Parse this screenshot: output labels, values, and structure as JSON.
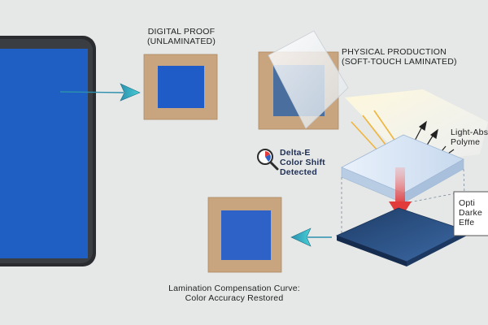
{
  "labels": {
    "digital_proof": [
      "DIGITAL PROOF",
      "(UNLAMINATED)"
    ],
    "physical_production": [
      "PHYSICAL PRODUCTION",
      "(SOFT-TOUCH LAMINATED)"
    ],
    "delta_e": [
      "Delta-E",
      "Color Shift",
      "Detected"
    ],
    "polymer": [
      "Light-Abs",
      "Polyme"
    ],
    "optical": [
      "Opti",
      "Darke",
      "Effe"
    ],
    "curve": [
      "Lamination Compensation Curve:",
      "Color Accuracy Restored"
    ]
  },
  "colors": {
    "background": "#e6e8e7",
    "kraft": "#c9a57f",
    "screen_blue": "#1f5fc4",
    "proof_blue": "#1f5cc8",
    "laminated_blue": "#4a6f9e",
    "restored_blue": "#2f62c6",
    "arrow_teal": "#2fb8c8",
    "arrow_red": "#e23b3b",
    "ray_yellow": "#f0b43a"
  },
  "icons": [
    "magnifier-chart-icon"
  ]
}
